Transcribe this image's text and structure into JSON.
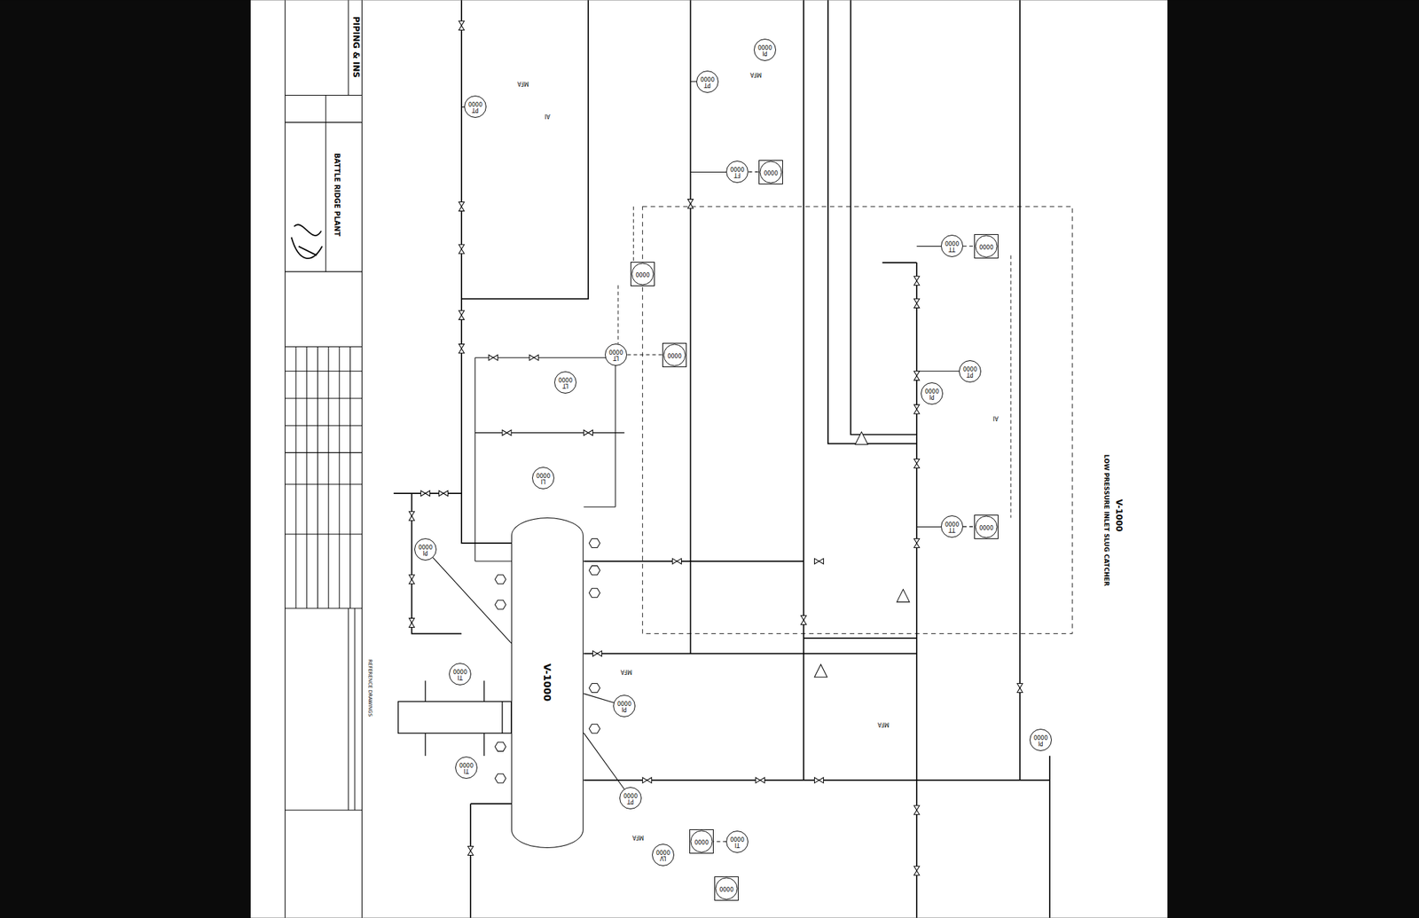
{
  "diagram": {
    "nodes": [
      {
        "text": [
          "V-1000"
        ]
      },
      {
        "text": [
          "PI",
          "0000"
        ]
      },
      {
        "text": [
          "PT",
          "0000"
        ]
      },
      {
        "text": [
          "TI",
          "0000"
        ]
      },
      {
        "text": [
          "LV",
          "0000"
        ]
      },
      {
        "text": [
          "PI",
          "0000"
        ]
      },
      {
        "text": [
          "TT",
          "0000"
        ]
      },
      {
        "text": [
          "TT",
          "0000"
        ]
      },
      {
        "text": [
          "PI",
          "0000"
        ]
      },
      {
        "text": [
          "PT",
          "0000"
        ]
      },
      {
        "text": [
          "LT",
          "0000"
        ]
      },
      {
        "text": [
          "LI",
          "0000"
        ]
      },
      {
        "text": [
          "LT",
          "0000"
        ]
      },
      {
        "text": [
          "PI",
          "0000"
        ]
      },
      {
        "text": [
          "TI",
          "0000"
        ]
      },
      {
        "text": [
          "TI",
          "0000"
        ]
      },
      {
        "text": [
          "PT",
          "0000"
        ]
      },
      {
        "text": [
          "PI",
          "0000"
        ]
      },
      {
        "text": [
          "PT",
          "0000"
        ]
      },
      {
        "text": [
          "FT",
          "0000"
        ]
      },
      {
        "text": [
          "0000"
        ]
      },
      {
        "text": [
          "0000"
        ]
      },
      {
        "text": [
          "0000"
        ]
      },
      {
        "text": [
          "0000"
        ]
      },
      {
        "text": [
          "0000"
        ]
      },
      {
        "text": [
          "0000"
        ]
      },
      {
        "text": [
          "0000"
        ]
      }
    ],
    "edges": [
      {
        "from": 7,
        "to": 20,
        "arrow": "none"
      },
      {
        "from": 6,
        "to": 21,
        "arrow": "none"
      },
      {
        "from": 10,
        "to": 22,
        "arrow": "none"
      },
      {
        "from": 3,
        "to": 25,
        "arrow": "none"
      },
      {
        "from": 19,
        "to": 24,
        "arrow": "none"
      },
      {
        "from": 1,
        "to": 0,
        "arrow": "none"
      },
      {
        "from": 13,
        "to": 0,
        "arrow": "none"
      },
      {
        "from": 2,
        "to": 0,
        "arrow": "none"
      }
    ],
    "labels": [
      "PIPING & INS",
      "BATTLE RIDGE PLANT",
      "REFERENCE DRAWINGS",
      "V-1000",
      "LOW PRESSURE INLET SLUG CATCHER",
      "MFA",
      "MFA",
      "MFA",
      "MFA",
      "MFA",
      "AI",
      "AI"
    ]
  }
}
